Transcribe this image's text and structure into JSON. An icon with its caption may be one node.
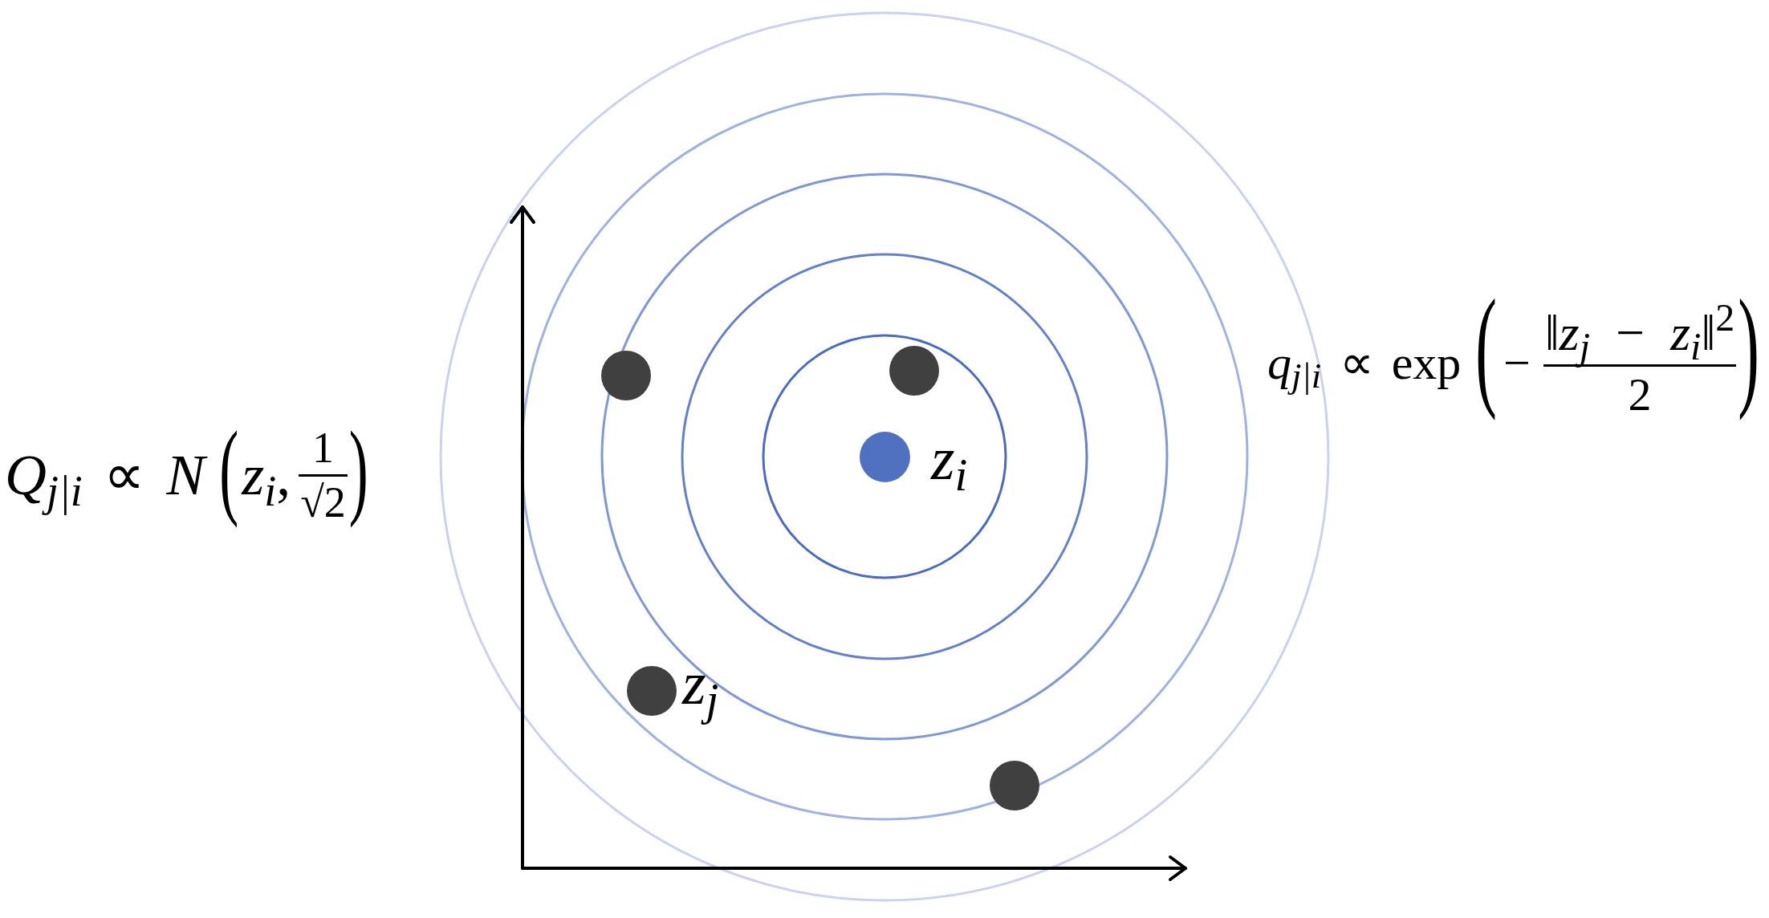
{
  "diagram": {
    "nodes": [
      {
        "text": [],
        "shape": "circle"
      },
      {
        "text": [],
        "shape": "circle"
      },
      {
        "text": [],
        "shape": "circle",
        "beside": [
          "z$_{i}$"
        ]
      },
      {
        "text": [],
        "shape": "circle",
        "beside": [
          "z$_{j}$"
        ]
      },
      {
        "text": [],
        "shape": "circle"
      }
    ],
    "labels": [
      "*Q*$_{j|i}$ ∝ *N*",
      "(",
      "*z*$_{i}$,",
      "1",
      "√2",
      ")",
      "*q*$_{j|i}$ ∝ exp",
      "(",
      "−",
      "‖*z*$_{j}$ − *z*$_{i}$‖$^{2}$",
      "2",
      ")"
    ]
  }
}
